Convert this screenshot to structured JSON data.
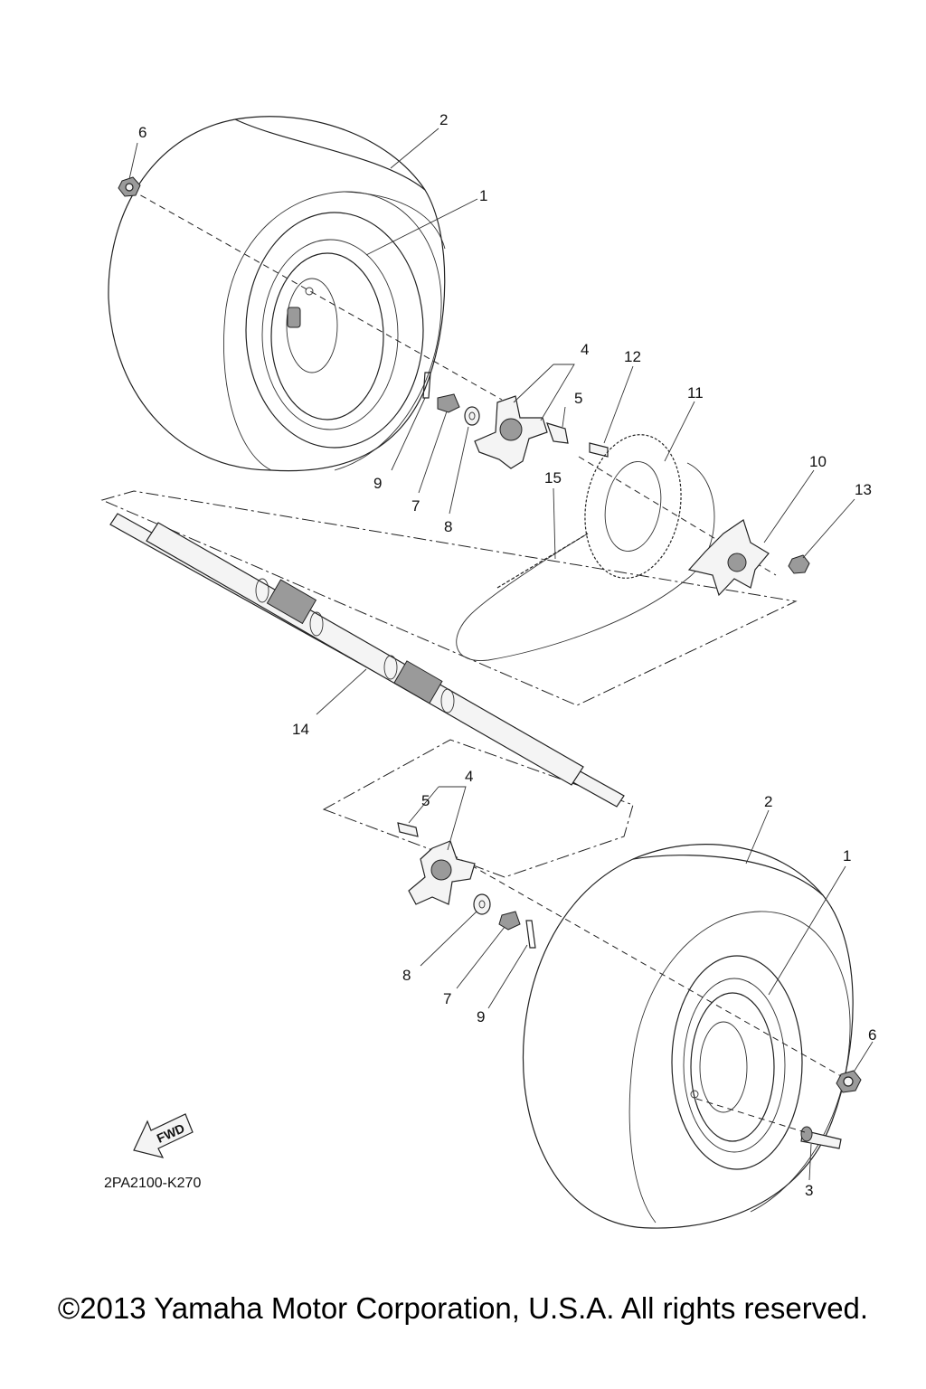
{
  "diagram": {
    "part_code": "2PA2100-K270",
    "fwd_label": "FWD",
    "callouts": {
      "c1a": "1",
      "c1b": "1",
      "c2a": "2",
      "c2b": "2",
      "c3": "3",
      "c4a": "4",
      "c4b": "4",
      "c5a": "5",
      "c5b": "5",
      "c6a": "6",
      "c6b": "6",
      "c7a": "7",
      "c7b": "7",
      "c8a": "8",
      "c8b": "8",
      "c9a": "9",
      "c9b": "9",
      "c10": "10",
      "c11": "11",
      "c12": "12",
      "c13": "13",
      "c14": "14",
      "c15": "15"
    }
  },
  "footer": {
    "copyright": "©2013 Yamaha Motor Corporation, U.S.A. All rights reserved."
  }
}
